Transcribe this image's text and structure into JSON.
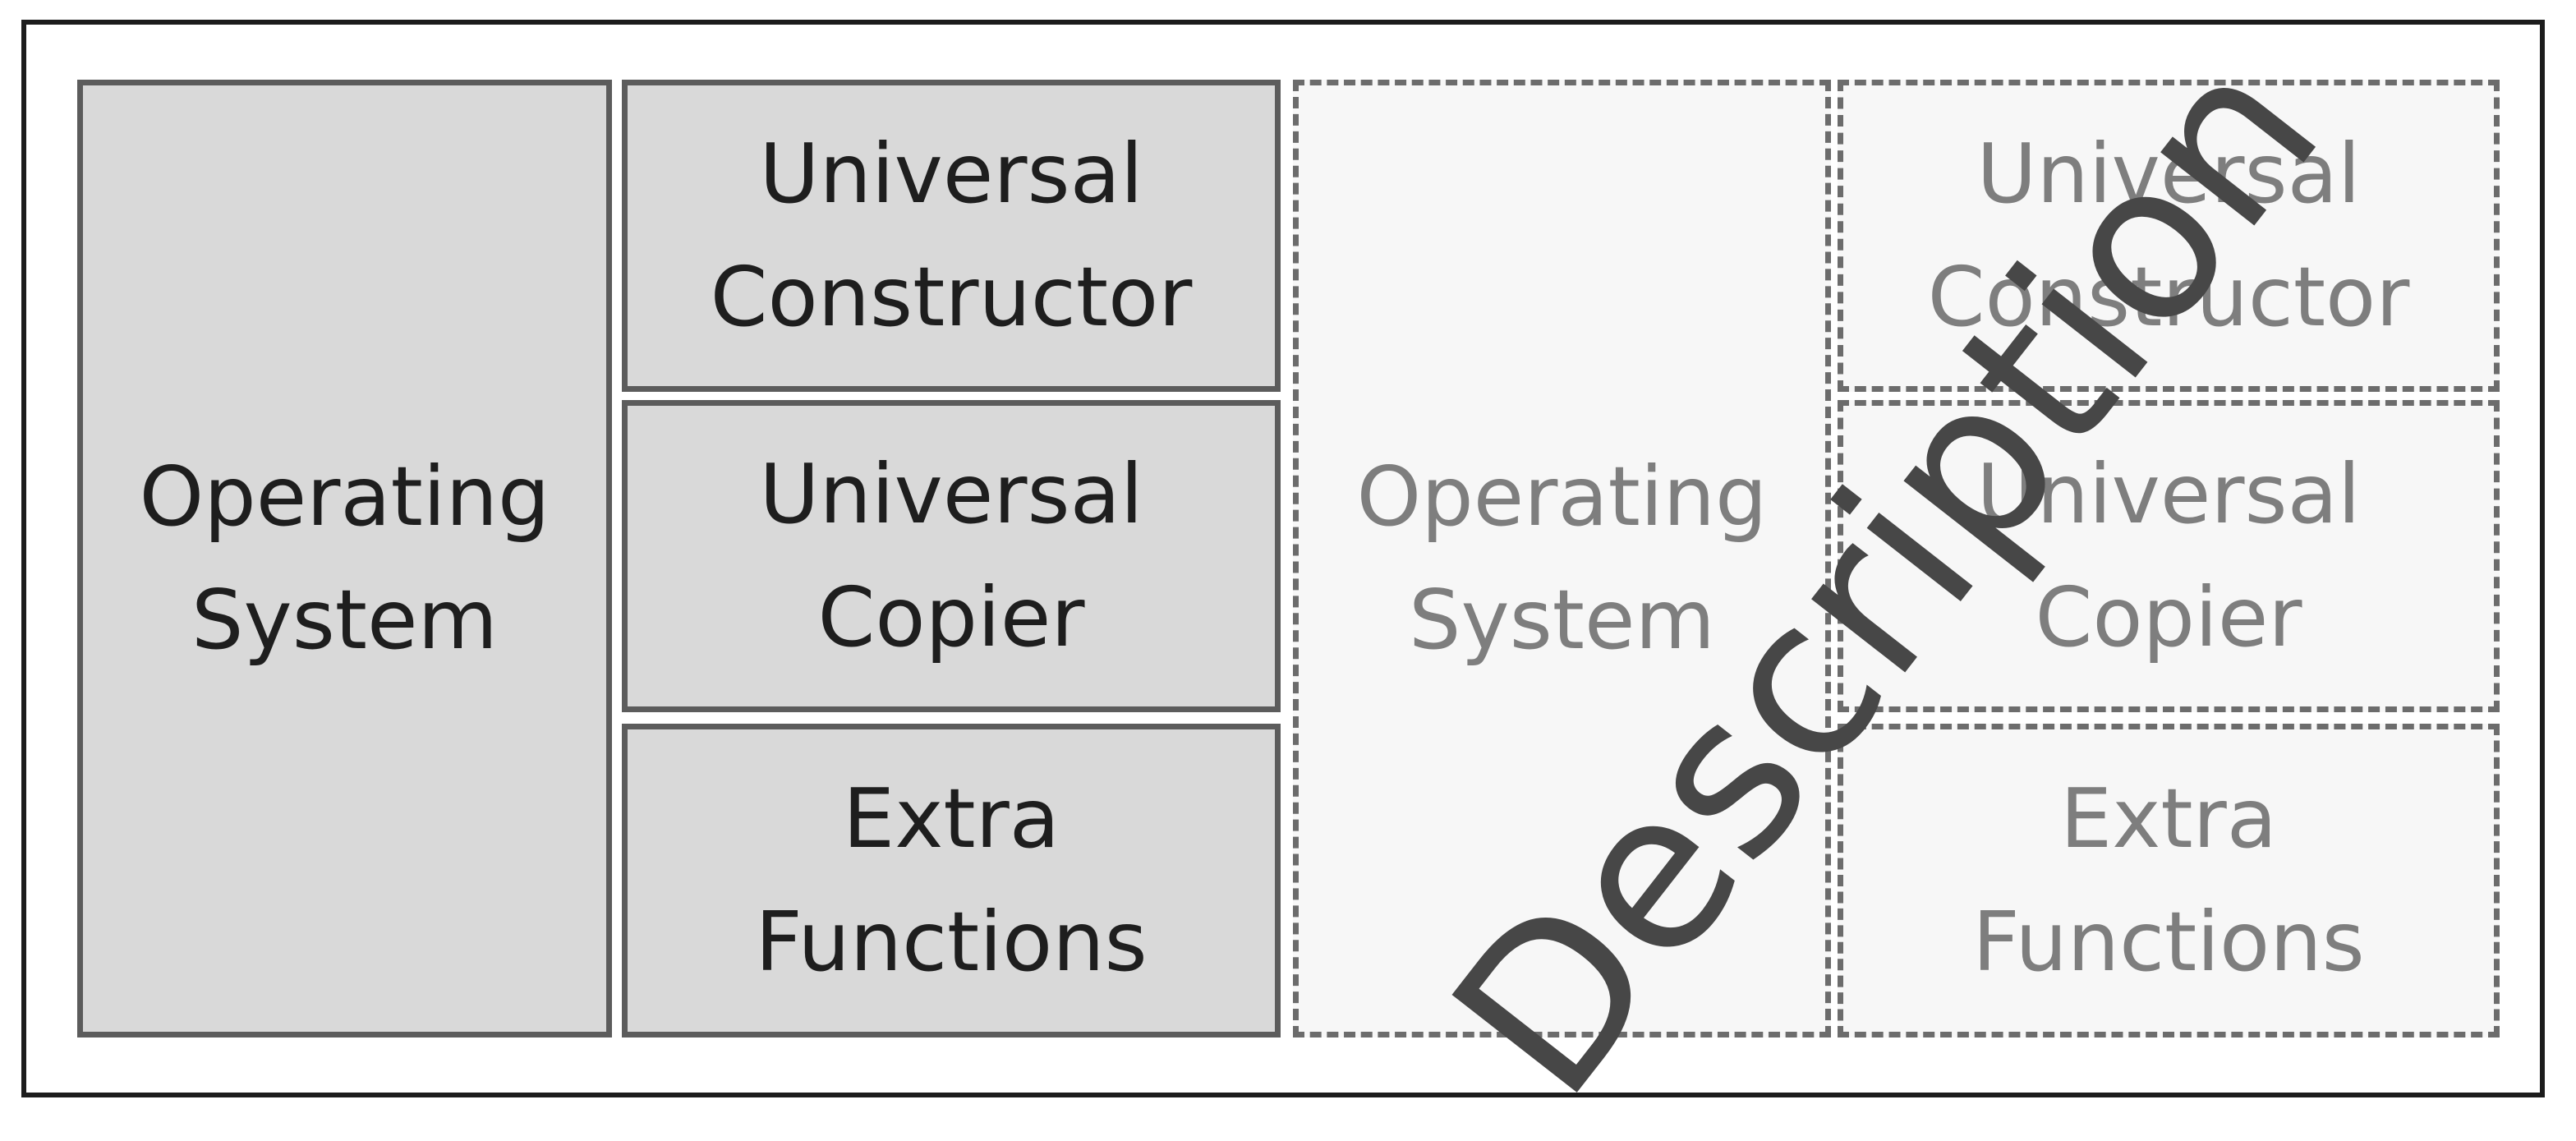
{
  "left_group": {
    "operating_system": [
      "Operating",
      "System"
    ],
    "universal_constructor": [
      "Universal",
      "Constructor"
    ],
    "universal_copier": [
      "Universal",
      "Copier"
    ],
    "extra_functions": [
      "Extra",
      "Functions"
    ]
  },
  "right_group": {
    "operating_system": [
      "Operating",
      "System"
    ],
    "universal_constructor": [
      "Universal",
      "Constructor"
    ],
    "universal_copier": [
      "Universal",
      "Copier"
    ],
    "extra_functions": [
      "Extra",
      "Functions"
    ]
  },
  "overlay_label": "Description",
  "colors": {
    "solid_fill": "#d9d9d9",
    "solid_border": "#5c5c5c",
    "dashed_fill": "#f7f7f7",
    "dashed_border": "#6c6c6c",
    "faded_text": "#7e7e7e",
    "overlay_text": "#474747"
  }
}
